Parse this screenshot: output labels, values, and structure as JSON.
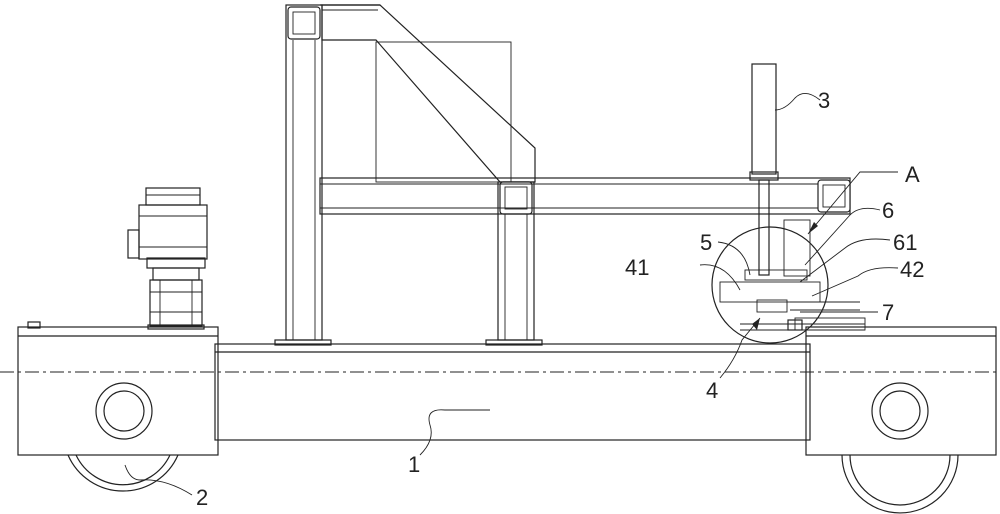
{
  "labels": {
    "l1": "1",
    "l2": "2",
    "l3": "3",
    "l4": "4",
    "l5": "5",
    "l6": "6",
    "l61": "61",
    "l41": "41",
    "l42": "42",
    "l7": "7",
    "lA": "A"
  }
}
